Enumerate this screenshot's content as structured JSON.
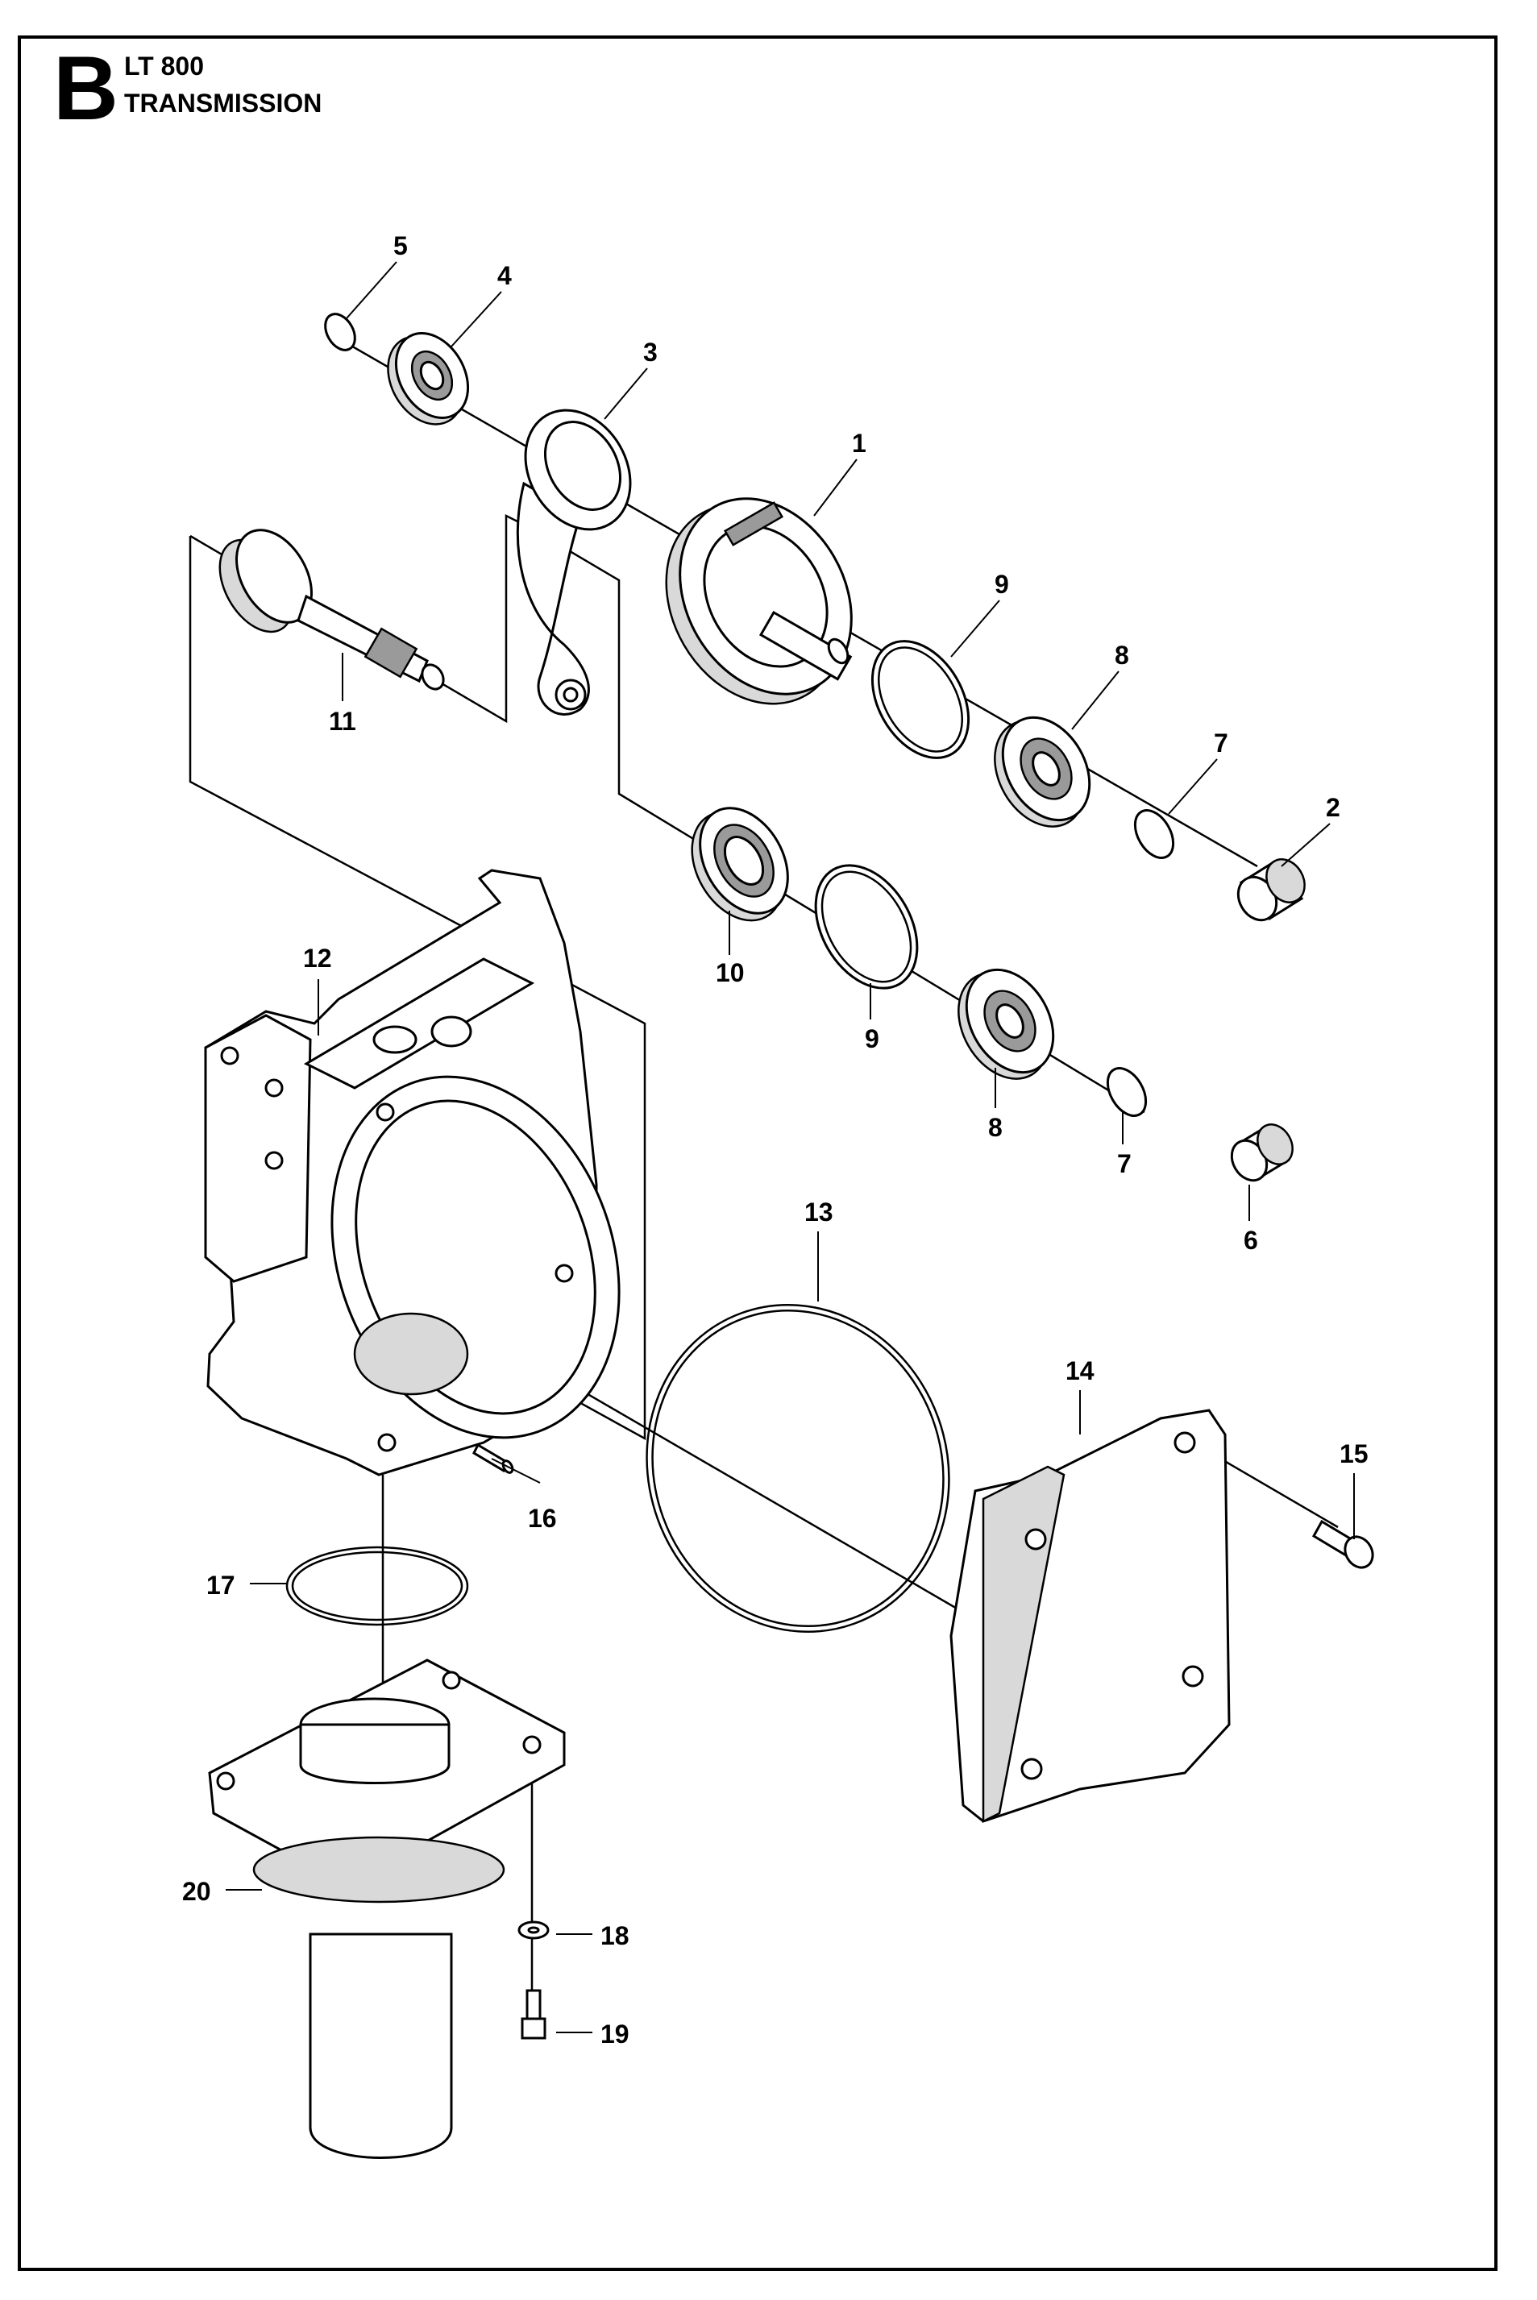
{
  "header": {
    "section_letter": "B",
    "model": "LT 800",
    "section_title": "TRANSMISSION"
  },
  "callouts": {
    "p1": "1",
    "p2": "2",
    "p3": "3",
    "p4": "4",
    "p5": "5",
    "p6": "6",
    "p7a": "7",
    "p7b": "7",
    "p8a": "8",
    "p8b": "8",
    "p9a": "9",
    "p9b": "9",
    "p10": "10",
    "p11": "11",
    "p12": "12",
    "p13": "13",
    "p14": "14",
    "p15": "15",
    "p16": "16",
    "p17": "17",
    "p18": "18",
    "p19": "19",
    "p20": "20"
  }
}
